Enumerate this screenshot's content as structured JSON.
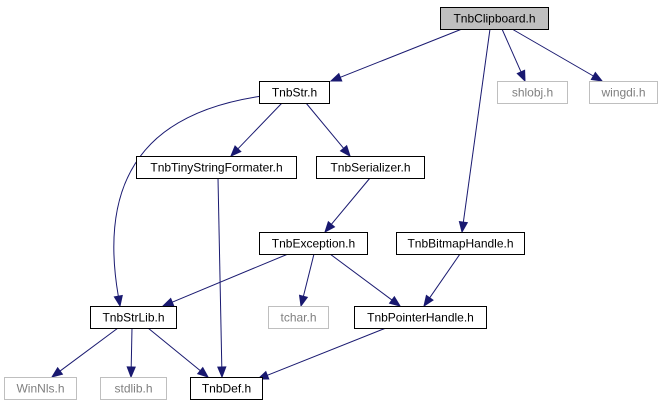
{
  "graph": {
    "nodes": [
      {
        "id": "clipboard",
        "label": "TnbClipboard.h",
        "style": "root"
      },
      {
        "id": "str",
        "label": "TnbStr.h",
        "style": "normal"
      },
      {
        "id": "shlobj",
        "label": "shlobj.h",
        "style": "external"
      },
      {
        "id": "wingdi",
        "label": "wingdi.h",
        "style": "external"
      },
      {
        "id": "tinyfmt",
        "label": "TnbTinyStringFormater.h",
        "style": "normal"
      },
      {
        "id": "serializer",
        "label": "TnbSerializer.h",
        "style": "normal"
      },
      {
        "id": "exception",
        "label": "TnbException.h",
        "style": "normal"
      },
      {
        "id": "bitmap",
        "label": "TnbBitmapHandle.h",
        "style": "normal"
      },
      {
        "id": "strlib",
        "label": "TnbStrLib.h",
        "style": "normal"
      },
      {
        "id": "tchar",
        "label": "tchar.h",
        "style": "external"
      },
      {
        "id": "pointer",
        "label": "TnbPointerHandle.h",
        "style": "normal"
      },
      {
        "id": "winnls",
        "label": "WinNls.h",
        "style": "external"
      },
      {
        "id": "stdlib",
        "label": "stdlib.h",
        "style": "external"
      },
      {
        "id": "def",
        "label": "TnbDef.h",
        "style": "normal"
      }
    ],
    "edges": [
      {
        "from": "clipboard",
        "to": "str"
      },
      {
        "from": "clipboard",
        "to": "shlobj"
      },
      {
        "from": "clipboard",
        "to": "wingdi"
      },
      {
        "from": "clipboard",
        "to": "bitmap"
      },
      {
        "from": "str",
        "to": "tinyfmt"
      },
      {
        "from": "str",
        "to": "serializer"
      },
      {
        "from": "str",
        "to": "strlib"
      },
      {
        "from": "tinyfmt",
        "to": "def"
      },
      {
        "from": "serializer",
        "to": "exception"
      },
      {
        "from": "exception",
        "to": "strlib"
      },
      {
        "from": "exception",
        "to": "tchar"
      },
      {
        "from": "exception",
        "to": "pointer"
      },
      {
        "from": "bitmap",
        "to": "pointer"
      },
      {
        "from": "strlib",
        "to": "winnls"
      },
      {
        "from": "strlib",
        "to": "stdlib"
      },
      {
        "from": "strlib",
        "to": "def"
      },
      {
        "from": "pointer",
        "to": "def"
      }
    ]
  },
  "colors": {
    "edge": "#191970",
    "root_fill": "#bfbfbf",
    "external_border": "#bfbfbf",
    "external_text": "#7f7f7f"
  }
}
